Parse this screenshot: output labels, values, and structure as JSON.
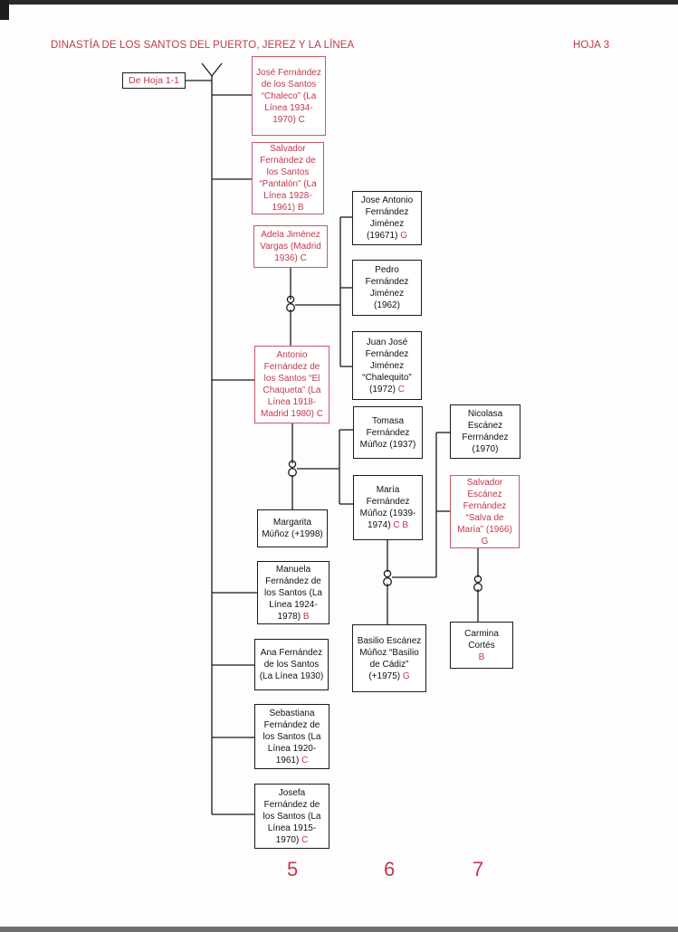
{
  "header": {
    "title": "DINASTÍA DE LOS SANTOS DEL PUERTO, JEREZ Y LA LÍNEA",
    "sheet": "HOJA 3"
  },
  "reference": {
    "label": "De Hoja 1-1"
  },
  "people": {
    "jose_chaleco": {
      "text": "José Fernández de los Santos “Chaleco” (La Línea 1934-1970)",
      "tag": "C"
    },
    "salvador_pantalon": {
      "text": "Salvador Fernández de los Santos “Pantalón” (La Línea 1928-1961)",
      "tag": "B"
    },
    "adela": {
      "text": "Adela Jiménez Vargas (Madrid 1936)",
      "tag": "C"
    },
    "antonio_chaqueta": {
      "text": "Antonio Fernández de los Santos “El Chaqueta” (La Línea 1918-Madrid 1980)",
      "tag": "C"
    },
    "margarita": {
      "text": "Margarita Múñoz (+1998)",
      "tag": ""
    },
    "manuela": {
      "text": "Manuela Fernández de los Santos (La Línea 1924-1978)",
      "tag": "B"
    },
    "ana": {
      "text": "Ana Fernández de los Santos (La Línea 1930)",
      "tag": ""
    },
    "sebastiana": {
      "text": "Sebastiana Fernández de los Santos (La Línea 1920-1961)",
      "tag": "C"
    },
    "josefa": {
      "text": "Josefa Fernández de los Santos (La Línea 1915-1970)",
      "tag": "C"
    },
    "jose_antonio": {
      "text": "Jose Antonio Fernández Jiménez (19671)",
      "tag": "G"
    },
    "pedro": {
      "text": "Pedro Fernández Jiménez (1962)",
      "tag": ""
    },
    "juan_jose": {
      "text": "Juan José Fernández Jiménez “Chalequito” (1972)",
      "tag": "C"
    },
    "tomasa": {
      "text": "Tomasa Fernández Múñoz (1937)",
      "tag": ""
    },
    "maria": {
      "text": "María Fernández Múñoz (1939-1974)",
      "tag": "C B"
    },
    "basilio": {
      "text": "Basilio Escánez Múñoz “Basilio de Cádiz” (+1975)",
      "tag": "G"
    },
    "nicolasa": {
      "text": "Nicolasa Escánez Ferrnández (1970)",
      "tag": ""
    },
    "salvador_salva": {
      "text": "Salvador Escánez Fernández “Salva de María” (1966)",
      "tag": "G"
    },
    "carmina": {
      "text": "Carmina Cortés",
      "tag": "B"
    }
  },
  "generations": [
    "5",
    "6",
    "7"
  ],
  "colors": {
    "accent": "#c0394b",
    "line": "#1a1a1a",
    "red_border": "#c85a64"
  }
}
